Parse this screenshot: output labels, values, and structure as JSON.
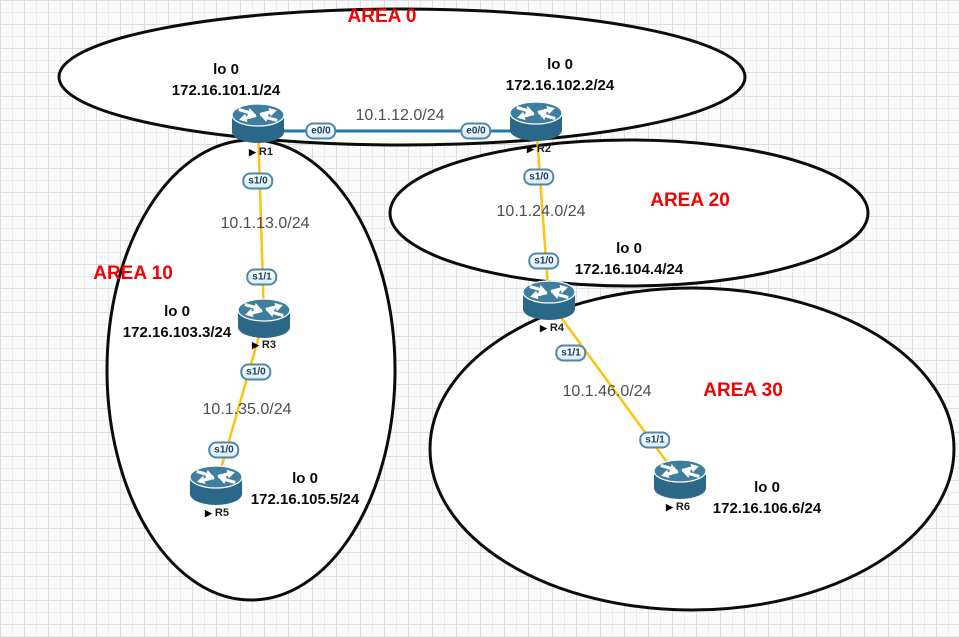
{
  "areas": [
    {
      "label": "AREA 0"
    },
    {
      "label": "AREA 10"
    },
    {
      "label": "AREA 20"
    },
    {
      "label": "AREA 30"
    }
  ],
  "routers": [
    {
      "name": "R1",
      "loopback_interface": "lo 0",
      "loopback_address": "172.16.101.1/24"
    },
    {
      "name": "R2",
      "loopback_interface": "lo 0",
      "loopback_address": "172.16.102.2/24"
    },
    {
      "name": "R3",
      "loopback_interface": "lo 0",
      "loopback_address": "172.16.103.3/24"
    },
    {
      "name": "R4",
      "loopback_interface": "lo 0",
      "loopback_address": "172.16.104.4/24"
    },
    {
      "name": "R5",
      "loopback_interface": "lo 0",
      "loopback_address": "172.16.105.5/24"
    },
    {
      "name": "R6",
      "loopback_interface": "lo 0",
      "loopback_address": "172.16.106.6/24"
    }
  ],
  "links": [
    {
      "network": "10.1.12.0/24",
      "type": "ethernet",
      "from": "R1",
      "to": "R2",
      "interfaces": [
        "e0/0",
        "e0/0"
      ]
    },
    {
      "network": "10.1.13.0/24",
      "type": "serial",
      "from": "R1",
      "to": "R3",
      "interfaces": [
        "s1/0",
        "s1/1"
      ]
    },
    {
      "network": "10.1.24.0/24",
      "type": "serial",
      "from": "R2",
      "to": "R4",
      "interfaces": [
        "s1/0",
        "s1/0"
      ]
    },
    {
      "network": "10.1.35.0/24",
      "type": "serial",
      "from": "R3",
      "to": "R5",
      "interfaces": [
        "s1/0",
        "s1/0"
      ]
    },
    {
      "network": "10.1.46.0/24",
      "type": "serial",
      "from": "R4",
      "to": "R6",
      "interfaces": [
        "s1/1",
        "s1/1"
      ]
    }
  ],
  "icons": {
    "router_marker": "▶"
  },
  "colors": {
    "area_label": "#ee0202",
    "area_outline": "#0c0c0c",
    "ethernet_link": "#2176ae",
    "serial_link": "#fdc30f",
    "router_body": "#2a6788",
    "router_top": "#3e7fa0",
    "interface_badge_border": "#4d87ae"
  }
}
